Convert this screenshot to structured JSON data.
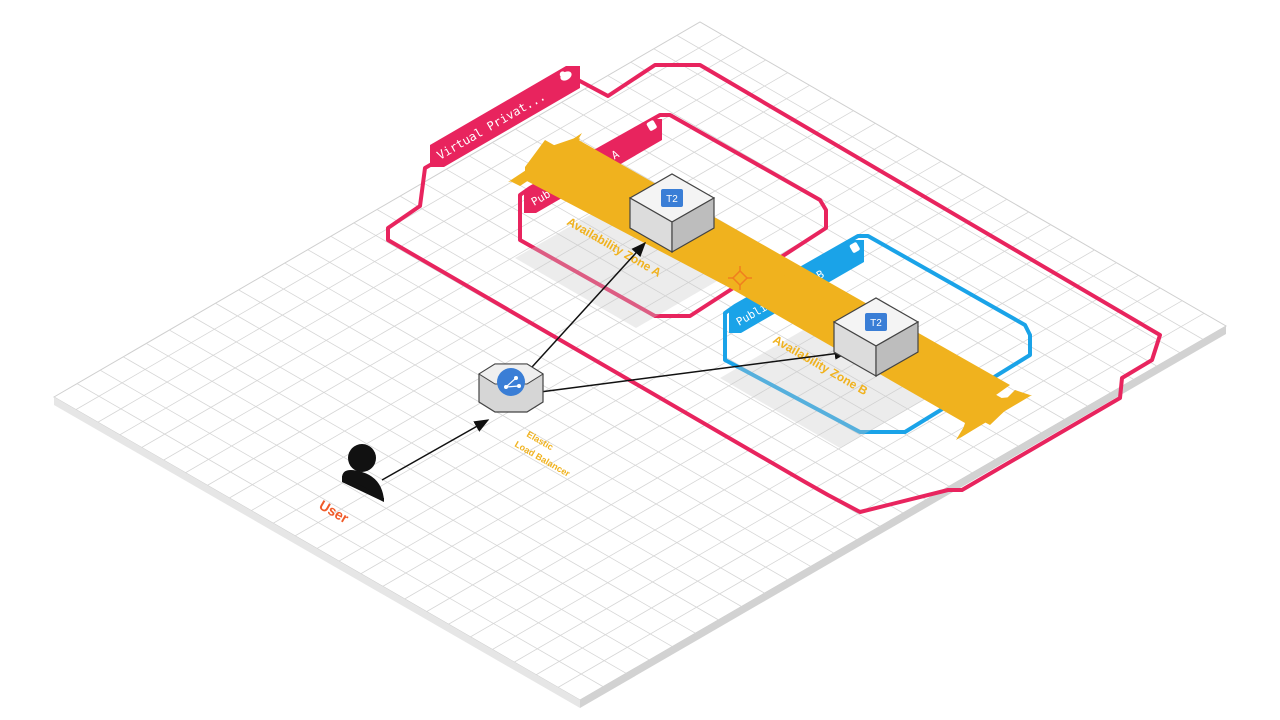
{
  "diagram": {
    "vpc": {
      "label": "Virtual Privat...",
      "color": "#e8245e",
      "icon": "cloud-icon"
    },
    "subnet_a": {
      "label": "Public subnet A",
      "color": "#e8245e",
      "icon": "shield-icon"
    },
    "subnet_b": {
      "label": "Public subnet B",
      "color": "#1aa3e8",
      "icon": "shield-icon"
    },
    "zone_a": {
      "label": "Availability Zone A",
      "color": "#f0b21e"
    },
    "zone_b": {
      "label": "Availability Zone B",
      "color": "#f0b21e"
    },
    "instance_a": {
      "label": "T2",
      "icon": "ec2-t2-icon"
    },
    "instance_b": {
      "label": "T2",
      "icon": "ec2-t2-icon"
    },
    "load_balancer": {
      "label_line1": "Elastic",
      "label_line2": "Load Balancer",
      "icon": "load-balancer-icon",
      "label_color": "#f0b21e"
    },
    "user": {
      "label": "User",
      "icon": "user-icon",
      "label_color": "#f05a28"
    },
    "autoscaling": {
      "icon": "auto-scaling-icon",
      "color": "#f07f1e"
    },
    "grid_color": "#d6d6d6"
  }
}
